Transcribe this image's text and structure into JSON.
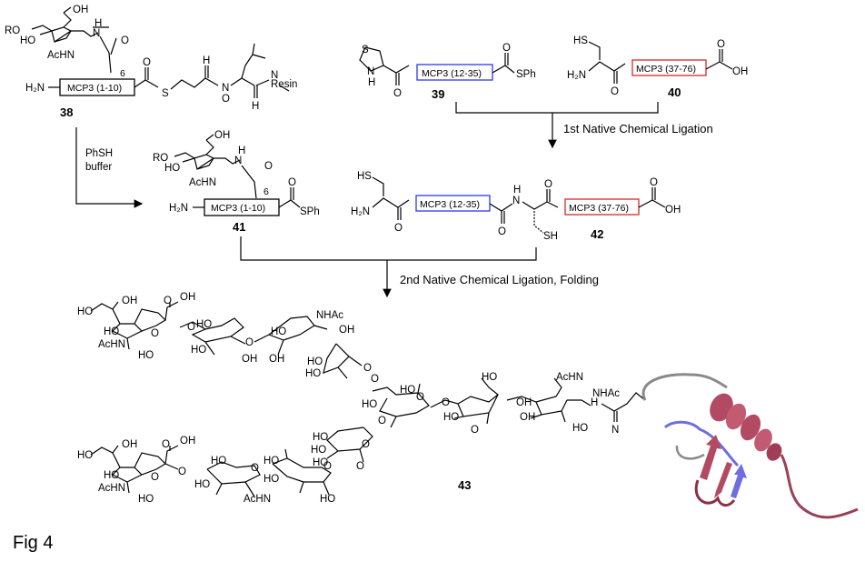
{
  "figure": {
    "caption": "Fig 4",
    "colors": {
      "segment_1_10": "#000000",
      "segment_12_35": "#2d3ae6",
      "segment_37_76": "#d42a2a",
      "protein_helix": "#b34a63",
      "protein_blue": "#6e6ee0",
      "protein_loop": "#8a8a8a"
    }
  },
  "compounds": {
    "c38": {
      "number": "38",
      "segment": "MCP3 (1-10)",
      "labels": [
        "RO",
        "HO",
        "OH",
        "AcHN",
        "H",
        "N",
        "O",
        "6",
        "H₂N",
        "S",
        "O",
        "N",
        "H",
        "O",
        "H",
        "N",
        "Resin"
      ]
    },
    "c39": {
      "number": "39",
      "segment": "MCP3 (12-35)",
      "labels": [
        "S",
        "N",
        "H",
        "O",
        "O",
        "SPh"
      ]
    },
    "c40": {
      "number": "40",
      "segment": "MCP3 (37-76)",
      "labels": [
        "HS",
        "H₂N",
        "O",
        "O",
        "OH"
      ]
    },
    "c41": {
      "number": "41",
      "segment": "MCP3 (1-10)",
      "labels": [
        "RO",
        "HO",
        "OH",
        "AcHN",
        "H",
        "N",
        "O",
        "6",
        "H₂N",
        "O",
        "SPh"
      ]
    },
    "c42": {
      "number": "42",
      "segment_a": "MCP3 (12-35)",
      "segment_b": "MCP3 (37-76)",
      "labels": [
        "HS",
        "H₂N",
        "O",
        "O",
        "H",
        "N",
        "O",
        "SH",
        "O",
        "OH"
      ]
    },
    "c43": {
      "number": "43",
      "labels": [
        "HO",
        "OH",
        "HO",
        "AcHN",
        "HO",
        "O",
        "OH",
        "O",
        "HO",
        "HO",
        "OH",
        "O",
        "NHAc",
        "OH",
        "HO",
        "HO",
        "O",
        "HO",
        "O",
        "HO",
        "OH",
        "O",
        "AcHN",
        "OH",
        "HO",
        "NHAc",
        "H",
        "N",
        "O"
      ]
    }
  },
  "reactions": {
    "step1": "PhSH",
    "step1b": "buffer",
    "step2": "1st Native Chemical Ligation",
    "step3": "2nd Native Chemical Ligation, Folding"
  }
}
